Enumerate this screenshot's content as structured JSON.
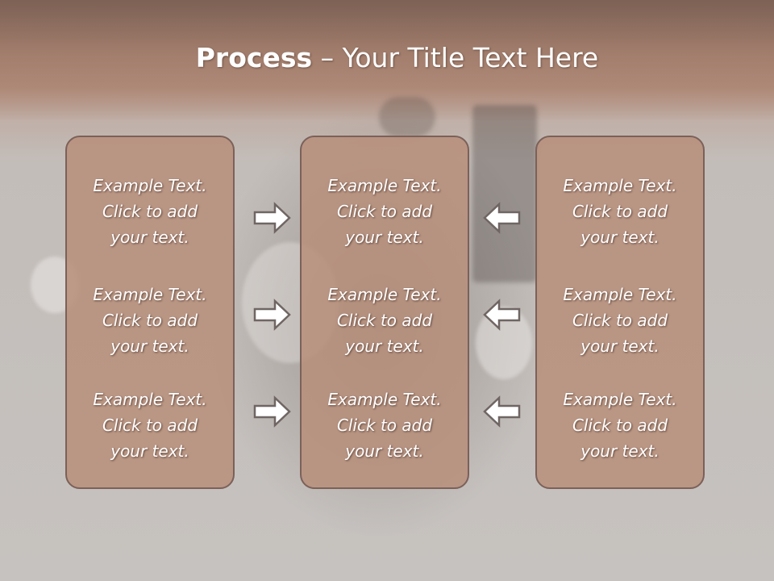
{
  "title": {
    "bold": "Process",
    "rest": " – Your Title Text Here"
  },
  "panels": [
    {
      "blocks": [
        {
          "line1": "Example Text.",
          "line2": "Click  to add",
          "line3": "your text."
        },
        {
          "line1": "Example Text.",
          "line2": "Click  to add",
          "line3": "your text."
        },
        {
          "line1": "Example Text.",
          "line2": "Click  to add",
          "line3": "your text."
        }
      ]
    },
    {
      "blocks": [
        {
          "line1": "Example Text.",
          "line2": "Click  to add",
          "line3": "your text."
        },
        {
          "line1": "Example Text.",
          "line2": "Click  to add",
          "line3": "your text."
        },
        {
          "line1": "Example Text.",
          "line2": "Click  to add",
          "line3": "your text."
        }
      ]
    },
    {
      "blocks": [
        {
          "line1": "Example Text.",
          "line2": "Click  to add",
          "line3": "your text."
        },
        {
          "line1": "Example Text.",
          "line2": "Click  to add",
          "line3": "your text."
        },
        {
          "line1": "Example Text.",
          "line2": "Click  to add",
          "line3": "your text."
        }
      ]
    }
  ],
  "arrows": {
    "left_group": "right-arrow-icon",
    "right_group": "left-arrow-icon"
  },
  "colors": {
    "header_band": "#a98676",
    "panel_fill": "#b78e7a",
    "panel_border": "#7b615a",
    "text": "#ffffff",
    "background": "#c6c2bf"
  }
}
